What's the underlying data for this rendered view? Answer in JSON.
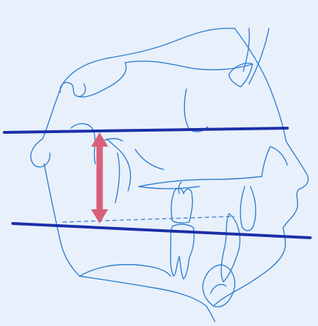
{
  "diagram": {
    "colors": {
      "background": "#e8f0fb",
      "tracing": "#2f7fd0",
      "reference_line": "#1a2fa8",
      "arrow": "#d8607a",
      "dashed_line": "#3e7cc8"
    },
    "elements": {
      "cephalometric_tracing": "skull-profile-tracing",
      "upper_reference_line": "horizontal-reference-line",
      "lower_reference_line": "horizontal-reference-line",
      "double_arrow": "vertical-measurement-arrow",
      "dashed_line": "dashed-reference-line"
    }
  }
}
